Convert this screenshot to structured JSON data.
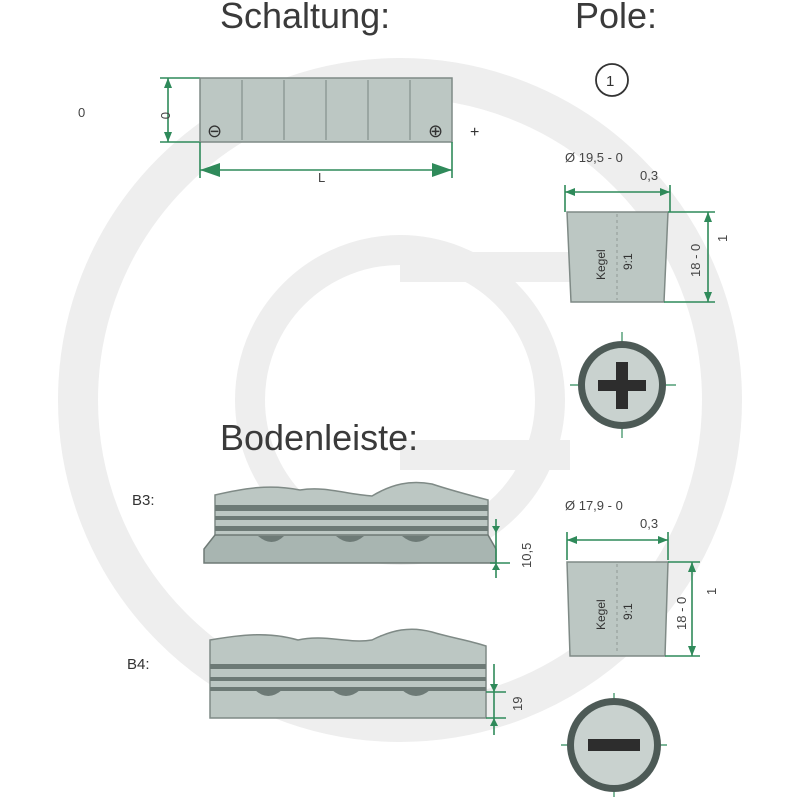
{
  "headings": {
    "schaltung": "Schaltung:",
    "pole": "Pole:",
    "bodenleiste": "Bodenleiste:"
  },
  "schaltung": {
    "label_left": "0",
    "height_label": "0",
    "neg_symbol": "⊖",
    "pos_symbol": "⊕",
    "plus_sign": "+",
    "length_label": "L"
  },
  "pole": {
    "number": "1",
    "positive": {
      "diameter": "Ø 19,5 - 0",
      "tolerance": "0,3",
      "cone_label": "Kegel",
      "cone_ratio": "9:1",
      "height": "18 - 0",
      "height_tol": "1"
    },
    "negative": {
      "diameter": "Ø 17,9 - 0",
      "tolerance": "0,3",
      "cone_label": "Kegel",
      "cone_ratio": "9:1",
      "height": "18 - 0",
      "height_tol": "1"
    }
  },
  "bodenleiste": {
    "b3": {
      "label": "B3:",
      "height": "10,5"
    },
    "b4": {
      "label": "B4:",
      "height": "19"
    }
  },
  "colors": {
    "watermark": "#eeeeee",
    "accent": "#2f8a5a",
    "battery_fill": "#bcc7c3"
  }
}
